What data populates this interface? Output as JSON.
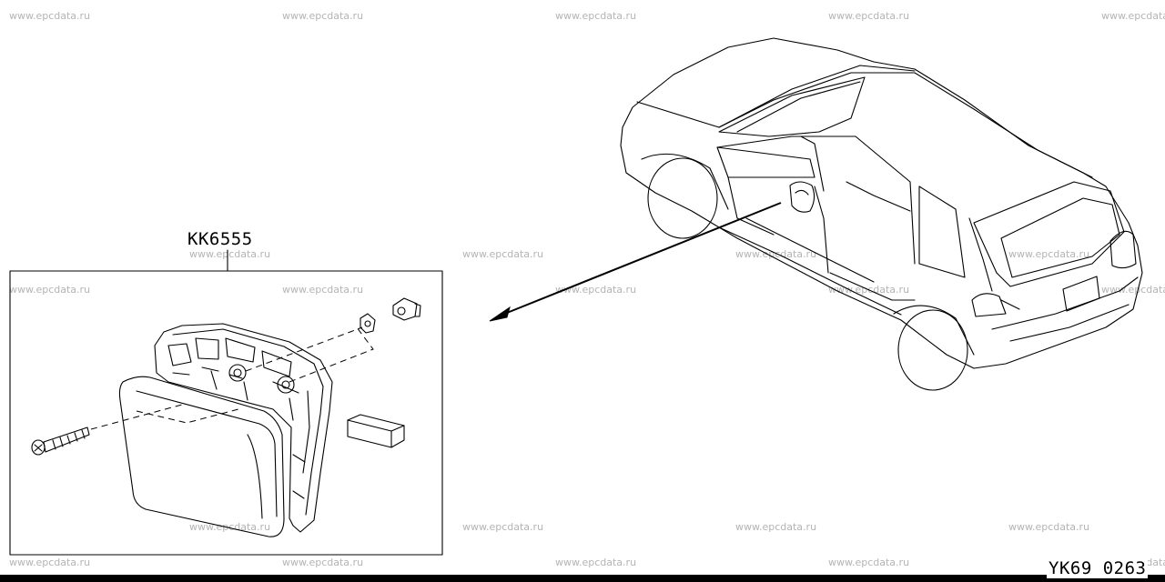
{
  "watermark": "www.epcdata.ru",
  "part_label": "KK6555",
  "diagram_code": "YK69 0263",
  "icons": [
    "mounting-screw-icon",
    "clip-nut-icon",
    "bulb-socket-icon",
    "foam-pad-icon",
    "lamp-assembly-icon",
    "vehicle-icon"
  ]
}
